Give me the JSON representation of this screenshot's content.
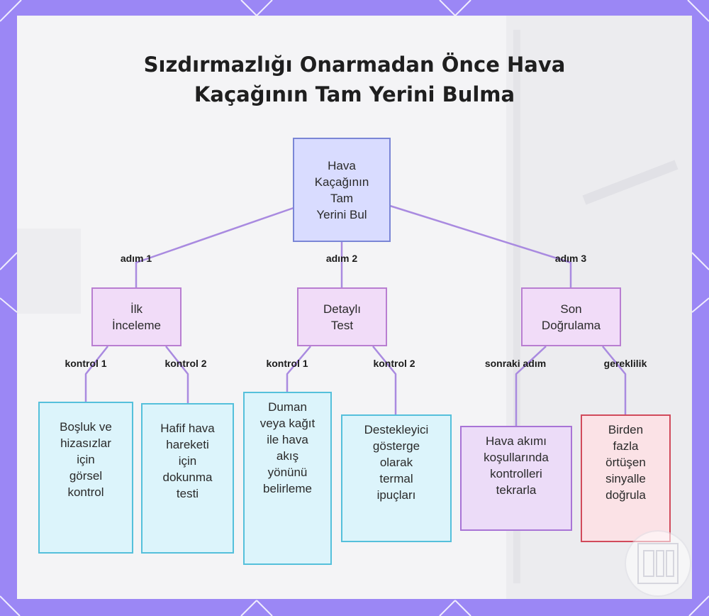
{
  "title": {
    "line1": "Sızdırmazlığı Onarmadan Önce Hava",
    "line2": "Kaçağının Tam Yerini Bulma"
  },
  "nodes": {
    "root": [
      "Hava",
      "Kaçağının",
      "Tam",
      "Yerini Bul"
    ],
    "initial": [
      "İlk",
      "İnceleme"
    ],
    "detailed": [
      "Detaylı",
      "Test"
    ],
    "final": [
      "Son",
      "Doğrulama"
    ],
    "visual": [
      "Boşluk ve",
      "hizasızlar",
      "için",
      "görsel",
      "kontrol"
    ],
    "touch": [
      "Hafif hava",
      "hareketi",
      "için",
      "dokunma",
      "testi"
    ],
    "smoke": [
      "Duman",
      "veya kağıt",
      "ile hava",
      "akış",
      "yönünü",
      "belirleme"
    ],
    "thermal": [
      "Destekleyici",
      "gösterge",
      "olarak",
      "termal",
      "ipuçları"
    ],
    "repeat": [
      "Hava akımı",
      "koşullarında",
      "kontrolleri",
      "tekrarla"
    ],
    "confirm": [
      "Birden",
      "fazla",
      "örtüşen",
      "sinyalle",
      "doğrula"
    ]
  },
  "edges": {
    "step1": "adım 1",
    "step2": "adım 2",
    "step3": "adım 3",
    "check1_a": "kontrol 1",
    "check2_a": "kontrol 2",
    "check1_b": "kontrol 1",
    "check2_b": "kontrol 2",
    "next_step": "sonraki adım",
    "requirement": "gereklilik"
  },
  "colors": {
    "frame": "#9b87f5",
    "panel": "#f4f4f6",
    "connector": "#a98ae0",
    "root_fill": "#d9dcff",
    "mid_fill": "#f1dcf8",
    "leaf_cyan_fill": "#dcf4fb",
    "leaf_purple_fill": "#ecdcf8",
    "leaf_red_border": "#d14a5b"
  },
  "icons": [
    "book-logo-icon"
  ]
}
